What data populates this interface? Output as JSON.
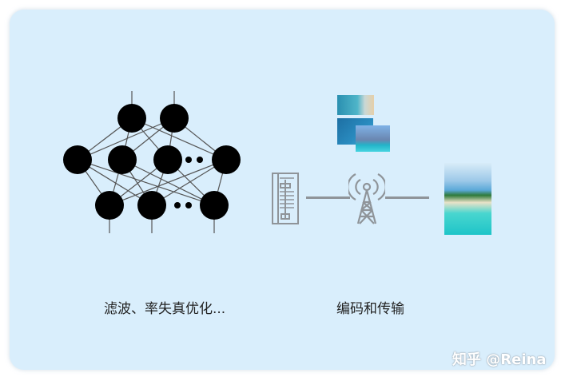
{
  "left_panel": {
    "label": "滤波、率失真优化..."
  },
  "right_panel": {
    "label": "编码和传输"
  },
  "icons": {
    "neural_network": "neural-network-icon",
    "encoder": "encoder-icon",
    "tower": "signal-tower-icon",
    "source_images": "image-stack",
    "output_image": "beach-image"
  },
  "colors": {
    "background": "#d9eefc",
    "node": "#000000",
    "icon_gray": "#8f9499"
  },
  "watermark": "知乎 @Reina"
}
